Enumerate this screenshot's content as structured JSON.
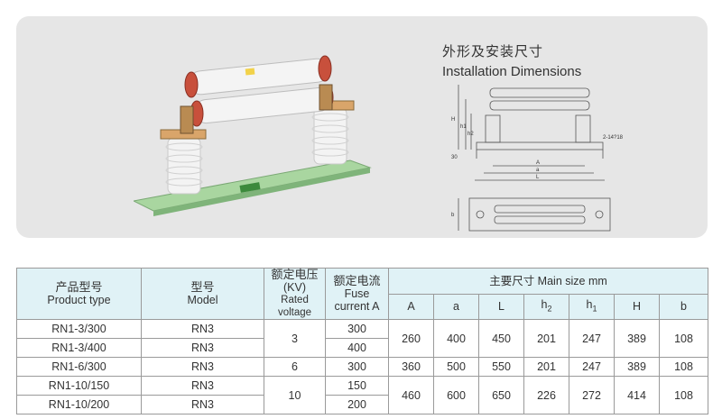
{
  "figure": {
    "title_cn": "外形及安装尺寸",
    "title_en": "Installation Dimensions",
    "drawing_labels": {
      "H": "H",
      "h1": "h1",
      "h2": "h2",
      "d30": "30",
      "A": "A",
      "a": "a",
      "L": "L",
      "b": "b",
      "hole": "2-14?18"
    },
    "colors": {
      "panel": "#e6e6e6",
      "base": "#a9d6a0",
      "insulator": "#f2f2f2",
      "fuse_tube": "#f4f4f4",
      "cap": "#c8503c"
    }
  },
  "table": {
    "headers": {
      "product_cn": "产品型号",
      "product_en": "Product type",
      "model_cn": "型号",
      "model_en": "Model",
      "voltage_cn": "额定电压",
      "voltage_unit": "(KV)",
      "voltage_en": "Rated voltage",
      "current_cn": "额定电流",
      "current_en1": "Fuse",
      "current_en2": "current A",
      "mainsize": "主要尺寸 Main size mm",
      "dims": [
        "A",
        "a",
        "L",
        "h2",
        "h1",
        "H",
        "b"
      ]
    },
    "rows": [
      {
        "product": "RN1-3/300",
        "model": "RN3",
        "current": "300"
      },
      {
        "product": "RN1-3/400",
        "model": "RN3",
        "current": "400"
      },
      {
        "product": "RN1-6/300",
        "model": "RN3",
        "current": "300"
      },
      {
        "product": "RN1-10/150",
        "model": "RN3",
        "current": "150"
      },
      {
        "product": "RN1-10/200",
        "model": "RN3",
        "current": "200"
      }
    ],
    "groups": [
      {
        "voltage": "3",
        "dims": [
          "260",
          "400",
          "450",
          "201",
          "247",
          "389",
          "108"
        ]
      },
      {
        "voltage": "6",
        "dims": [
          "360",
          "500",
          "550",
          "201",
          "247",
          "389",
          "108"
        ]
      },
      {
        "voltage": "10",
        "dims": [
          "460",
          "600",
          "650",
          "226",
          "272",
          "414",
          "108"
        ]
      }
    ]
  }
}
